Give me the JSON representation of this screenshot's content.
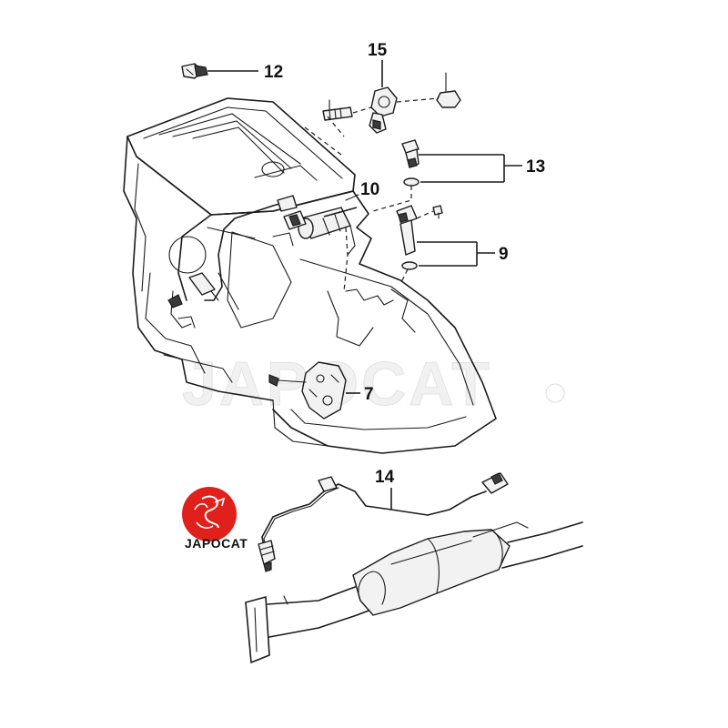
{
  "callouts": {
    "c7": "7",
    "c9": "9",
    "c10": "10",
    "c12": "12",
    "c13": "13",
    "c14": "14",
    "c15": "15"
  },
  "watermark": "JAPOCAT",
  "logo": {
    "text": "JAPOCAT",
    "color": "#e0201b"
  }
}
